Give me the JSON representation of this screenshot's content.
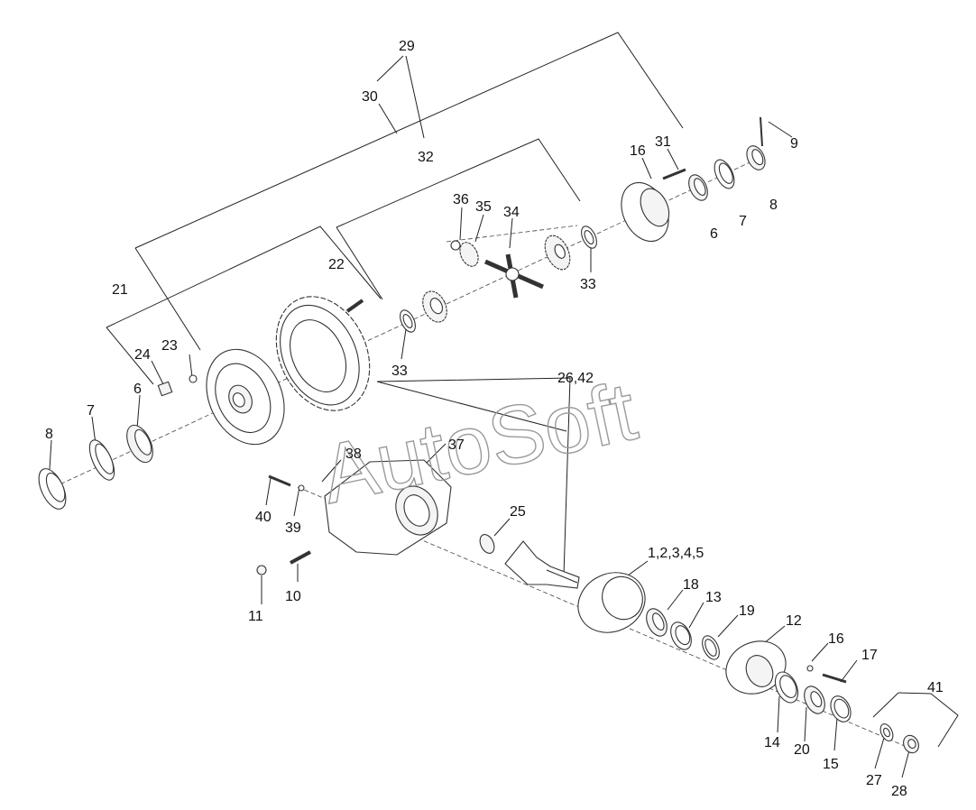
{
  "watermark": "AutoSoft",
  "callouts": {
    "c29": "29",
    "c30": "30",
    "c32": "32",
    "c31": "31",
    "c16a": "16",
    "c9": "9",
    "c8a": "8",
    "c6a": "6",
    "c7a": "7",
    "c36": "36",
    "c35": "35",
    "c34": "34",
    "c33a": "33",
    "c21": "21",
    "c22": "22",
    "c24": "24",
    "c23": "23",
    "c33b": "33",
    "c26_42": "26,42",
    "c6b": "6",
    "c7b": "7",
    "c8b": "8",
    "c38": "38",
    "c37": "37",
    "c40": "40",
    "c39": "39",
    "c25": "25",
    "c1_5": "1,2,3,4,5",
    "c18": "18",
    "c13": "13",
    "c19": "19",
    "c12": "12",
    "c16b": "16",
    "c17": "17",
    "c10": "10",
    "c11": "11",
    "c41": "41",
    "c14": "14",
    "c20": "20",
    "c15": "15",
    "c27": "27",
    "c28": "28"
  },
  "colors": {
    "line": "#222222",
    "watermark": "#9a9a9a"
  }
}
